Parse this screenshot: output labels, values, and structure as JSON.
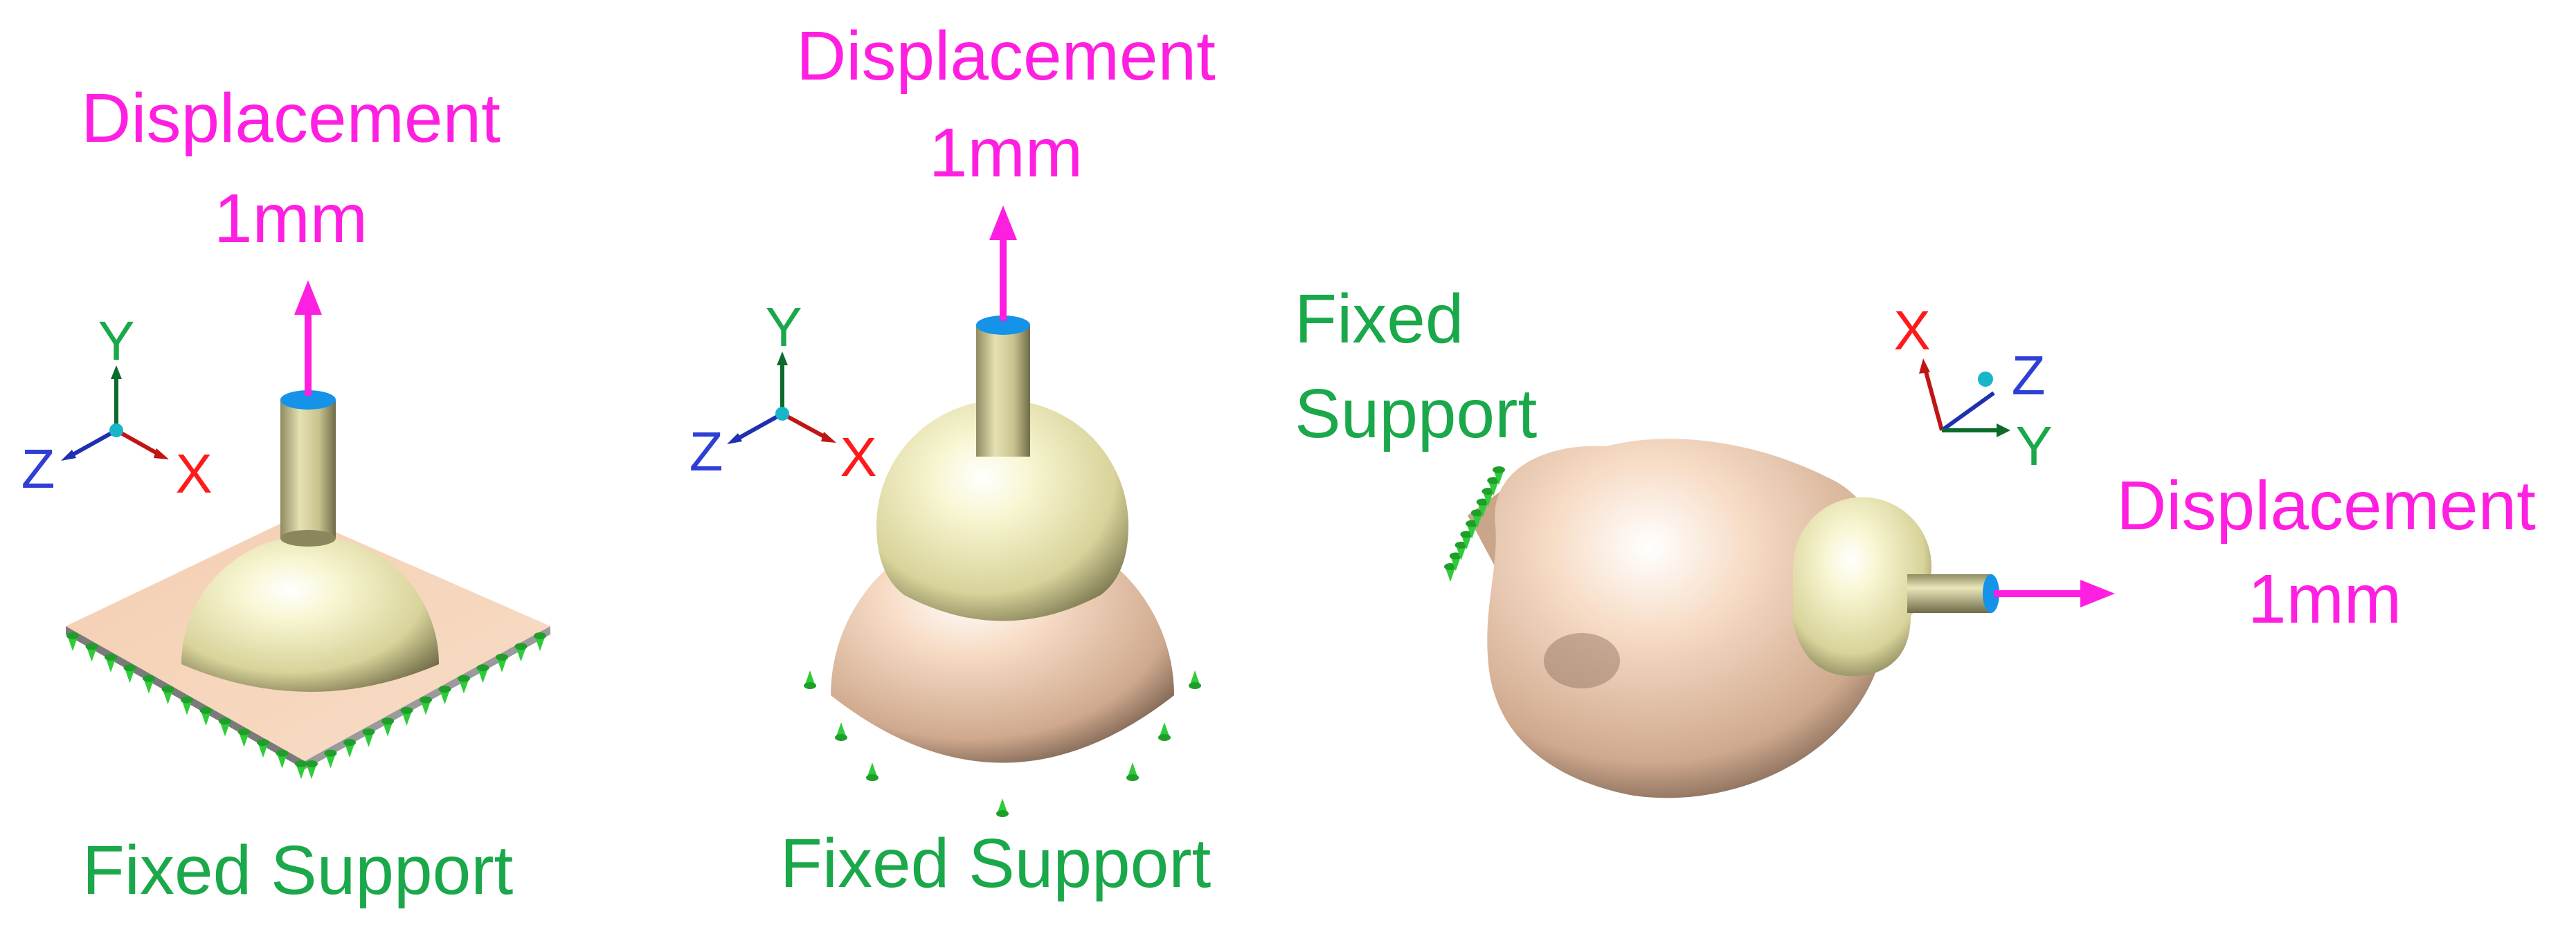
{
  "colors": {
    "magenta": "#ff1fe0",
    "green": "#1aa84a",
    "red": "#ff1a1a",
    "blue": "#2f3fd6",
    "yellow_part": "#f3f0bf",
    "skin_part": "#f5d3b8",
    "cap": "#1493e8"
  },
  "panels": [
    {
      "displacement": {
        "line1": "Displacement",
        "line2": "1mm"
      },
      "support": {
        "label": "Fixed Support"
      },
      "axes": {
        "y": "Y",
        "z": "Z",
        "x": "X"
      }
    },
    {
      "displacement": {
        "line1": "Displacement",
        "line2": "1mm"
      },
      "support": {
        "label": "Fixed Support"
      },
      "axes": {
        "y": "Y",
        "z": "Z",
        "x": "X"
      }
    },
    {
      "displacement": {
        "line1": "Displacement",
        "line2": "1mm"
      },
      "support": {
        "line1": "Fixed",
        "line2": "Support"
      },
      "axes": {
        "x": "X",
        "z": "Z",
        "y": "Y"
      }
    }
  ]
}
